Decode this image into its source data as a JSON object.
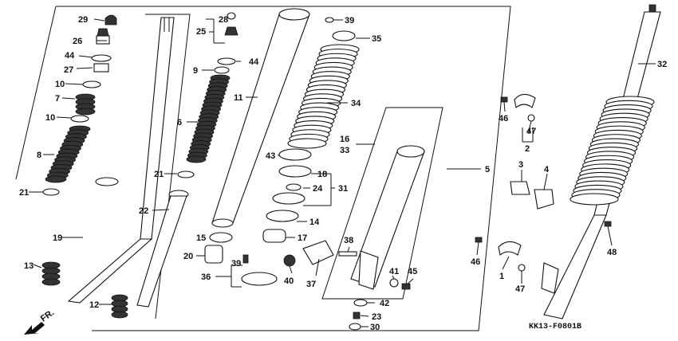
{
  "diagram": {
    "code": "KK13-F0801B",
    "direction": "FR.",
    "callouts": [
      {
        "id": "c29",
        "text": "29"
      },
      {
        "id": "c26",
        "text": "26"
      },
      {
        "id": "c44a",
        "text": "44"
      },
      {
        "id": "c27",
        "text": "27"
      },
      {
        "id": "c10a",
        "text": "10"
      },
      {
        "id": "c7",
        "text": "7"
      },
      {
        "id": "c10b",
        "text": "10"
      },
      {
        "id": "c8",
        "text": "8"
      },
      {
        "id": "c21a",
        "text": "21"
      },
      {
        "id": "c19",
        "text": "19"
      },
      {
        "id": "c13",
        "text": "13"
      },
      {
        "id": "c12",
        "text": "12"
      },
      {
        "id": "c28",
        "text": "28"
      },
      {
        "id": "c25",
        "text": "25"
      },
      {
        "id": "c44b",
        "text": "44"
      },
      {
        "id": "c9",
        "text": "9"
      },
      {
        "id": "c6",
        "text": "6"
      },
      {
        "id": "c21b",
        "text": "21"
      },
      {
        "id": "c22",
        "text": "22"
      },
      {
        "id": "c11",
        "text": "11"
      },
      {
        "id": "c15",
        "text": "15"
      },
      {
        "id": "c20",
        "text": "20"
      },
      {
        "id": "c39a",
        "text": "39"
      },
      {
        "id": "c36",
        "text": "36"
      },
      {
        "id": "c39b",
        "text": "39"
      },
      {
        "id": "c35",
        "text": "35"
      },
      {
        "id": "c34",
        "text": "34"
      },
      {
        "id": "c43",
        "text": "43"
      },
      {
        "id": "c18",
        "text": "18"
      },
      {
        "id": "c24",
        "text": "24"
      },
      {
        "id": "c31",
        "text": "31"
      },
      {
        "id": "c14",
        "text": "14"
      },
      {
        "id": "c17",
        "text": "17"
      },
      {
        "id": "c40",
        "text": "40"
      },
      {
        "id": "c37",
        "text": "37"
      },
      {
        "id": "c38",
        "text": "38"
      },
      {
        "id": "c16",
        "text": "16"
      },
      {
        "id": "c33",
        "text": "33"
      },
      {
        "id": "c41",
        "text": "41"
      },
      {
        "id": "c45",
        "text": "45"
      },
      {
        "id": "c42",
        "text": "42"
      },
      {
        "id": "c23",
        "text": "23"
      },
      {
        "id": "c30",
        "text": "30"
      },
      {
        "id": "c5",
        "text": "5"
      },
      {
        "id": "c46a",
        "text": "46"
      },
      {
        "id": "c47a",
        "text": "47"
      },
      {
        "id": "c2",
        "text": "2"
      },
      {
        "id": "c3",
        "text": "3"
      },
      {
        "id": "c4",
        "text": "4"
      },
      {
        "id": "c46b",
        "text": "46"
      },
      {
        "id": "c1",
        "text": "1"
      },
      {
        "id": "c47b",
        "text": "47"
      },
      {
        "id": "c48",
        "text": "48"
      },
      {
        "id": "c32",
        "text": "32"
      }
    ]
  }
}
